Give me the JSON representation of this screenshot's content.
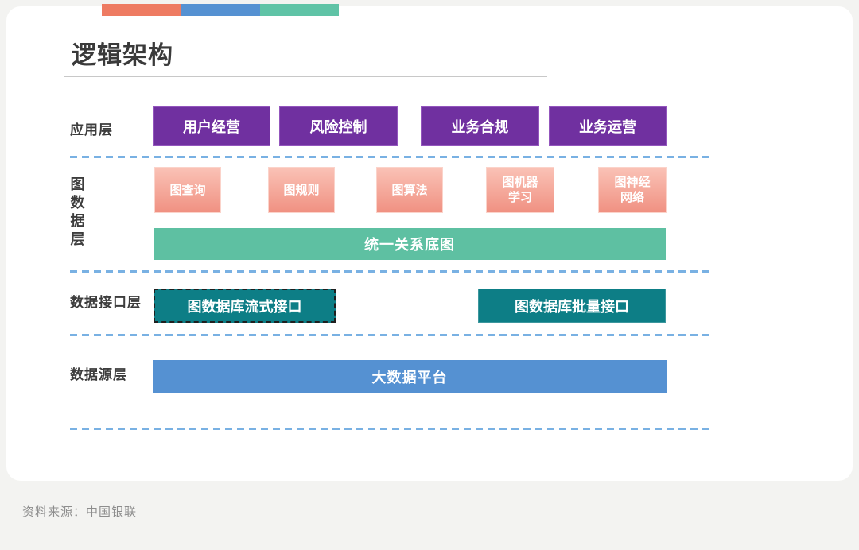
{
  "page": {
    "title": "逻辑架构",
    "source_note": "资料来源：中国银联"
  },
  "accent_bar": {
    "colors": [
      "#ee7b62",
      "#5591d2",
      "#5fc3a6"
    ]
  },
  "layers": {
    "application": {
      "label": "应用层",
      "boxes": [
        "用户经营",
        "风险控制",
        "业务合规",
        "业务运营"
      ]
    },
    "graph_data": {
      "label_vertical": "图\n数\n据\n层",
      "boxes": [
        "图查询",
        "图规则",
        "图算法",
        "图机器\n学习",
        "图神经\n网络"
      ],
      "bar": "统一关系底图"
    },
    "data_interface": {
      "label": "数据接口层",
      "boxes": [
        "图数据库流式接口",
        "图数据库批量接口"
      ]
    },
    "data_source": {
      "label": "数据源层",
      "bar": "大数据平台"
    }
  },
  "colors": {
    "page_background": "#f3f3f1",
    "card_background": "#ffffff",
    "application_box": "#7030a0",
    "graph_box_gradient_top": "#fac2b6",
    "graph_box_gradient_bottom": "#f09182",
    "relation_bar": "#5ec0a2",
    "interface_box": "#0d7e86",
    "source_bar": "#5591d2",
    "layer_divider": "#79b1e3",
    "title_text": "#3a3a3a",
    "source_note_text": "#8d8d8d"
  }
}
